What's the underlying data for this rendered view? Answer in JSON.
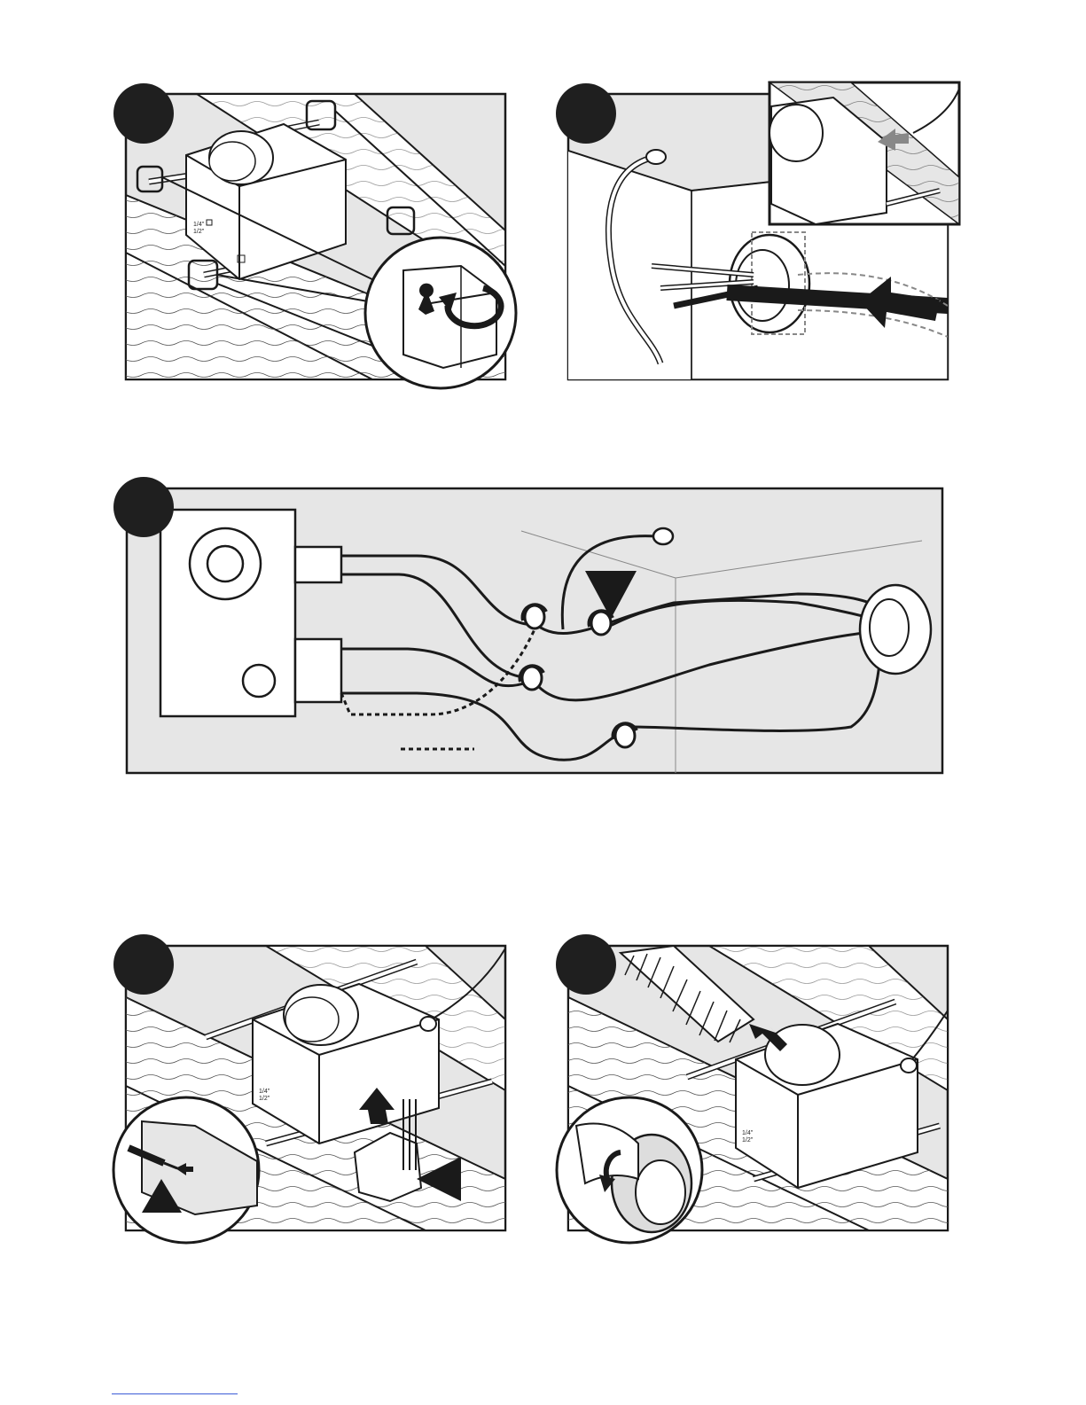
{
  "document": {
    "steps": [
      {
        "panel": "mount-brackets",
        "badge": ""
      },
      {
        "panel": "connector-install",
        "badge": ""
      },
      {
        "panel": "wiring",
        "badge": ""
      },
      {
        "panel": "wiring-cover",
        "badge": ""
      },
      {
        "panel": "duct-connect",
        "badge": ""
      }
    ],
    "box_labels": [
      "1/4\"",
      "1/2\""
    ],
    "icons": [
      "screwdriver-icon",
      "rotate-arrow-icon",
      "push-arrow-icon",
      "wire-nut-icon",
      "triangle-pointer-icon",
      "up-arrow-icon"
    ],
    "colors": {
      "panel_bg": "#e6e6e6",
      "line": "#1a1a1a",
      "white": "#ffffff",
      "badge": "#1f1f1f",
      "footer_link": "#3b5bd6"
    }
  }
}
